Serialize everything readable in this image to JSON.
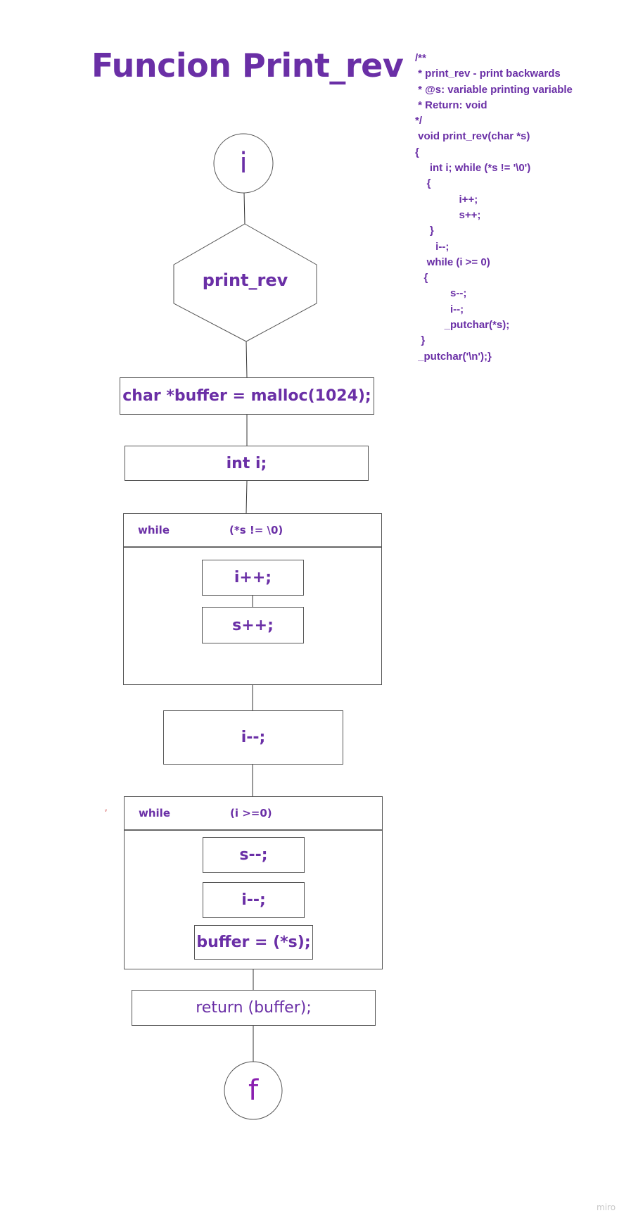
{
  "title": "Funcion Print_rev",
  "code_lines": [
    "/**",
    " * print_rev - print backwards",
    " * @s: variable printing variable",
    " * Return: void",
    "*/",
    " void print_rev(char *s)",
    "{",
    "     int i; while (*s != '\\0')",
    "    {",
    "               i++;",
    "               s++;",
    "     }",
    "       i--;",
    "    while (i >= 0)",
    "   {",
    "            s--;",
    "            i--;",
    "          _putchar(*s);",
    "  }",
    " _putchar('\\n');}"
  ],
  "flowchart": {
    "start": "i",
    "function_name": "print_rev",
    "step_buffer": "char *buffer = malloc(1024);",
    "step_decl": "int i;",
    "loop1": {
      "keyword": "while",
      "condition": "(*s != \\0)",
      "body": [
        "i++;",
        "s++;"
      ]
    },
    "step_decrement": "i--;",
    "loop2": {
      "keyword": "while",
      "condition": "(i >=0)",
      "body": [
        "s--;",
        "i--;",
        "buffer = (*s);"
      ]
    },
    "step_return": "return (buffer);",
    "end": "f"
  },
  "watermark": "miro",
  "colors": {
    "accent": "#6a2fa6",
    "end_text": "#8a1fb0",
    "stroke": "#555555"
  }
}
